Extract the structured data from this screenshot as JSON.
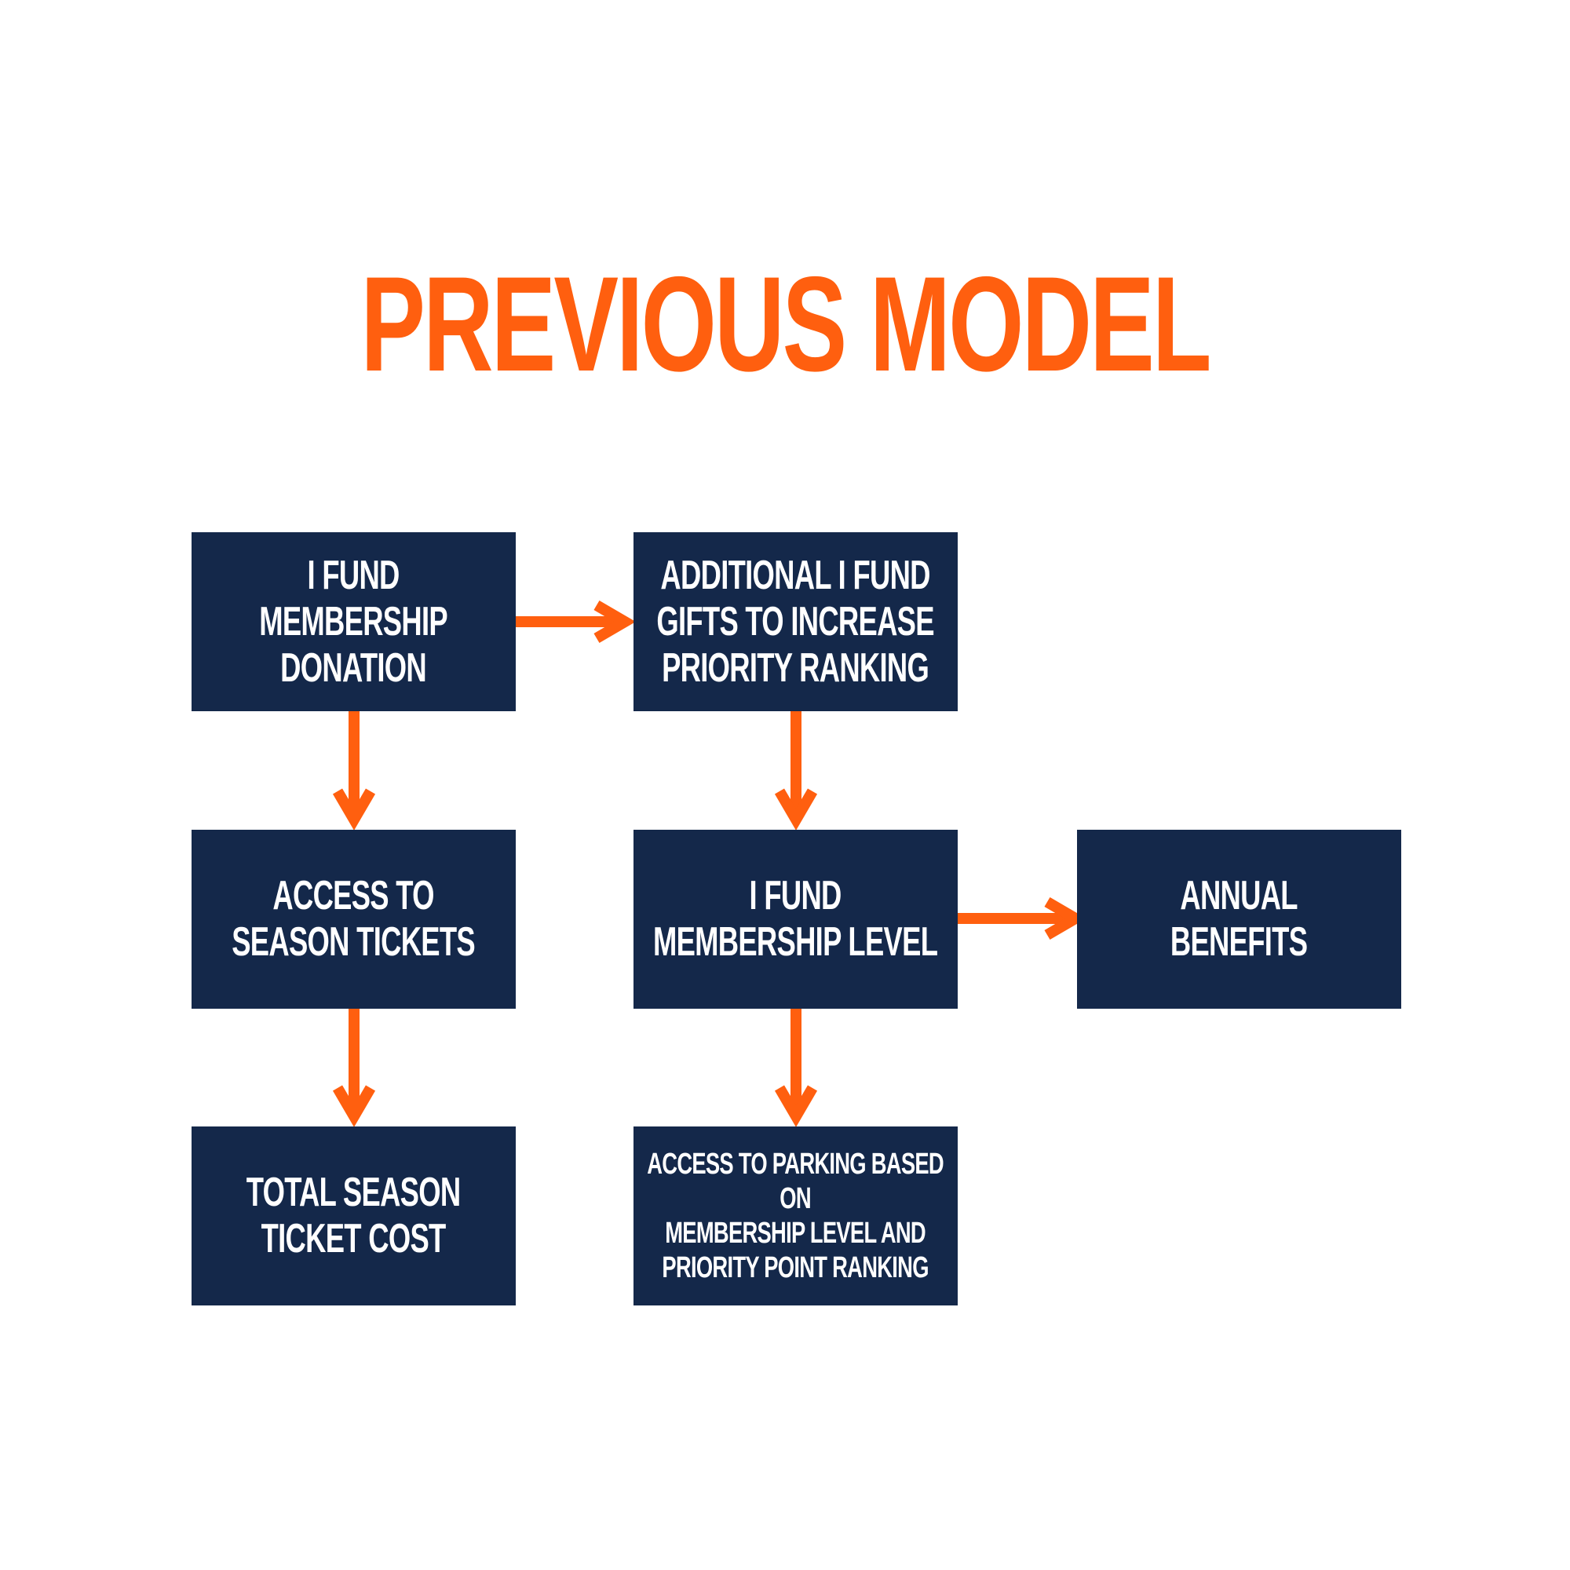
{
  "title": "PREVIOUS MODEL",
  "colors": {
    "title": "#ff5f0f",
    "box": "#14284a",
    "box_text": "#ffffff",
    "arrow": "#ff5f0f",
    "background": "#ffffff"
  },
  "nodes": [
    {
      "id": "ifund-donation",
      "label": "I FUND\nMEMBERSHIP\nDONATION"
    },
    {
      "id": "additional-gifts",
      "label": "ADDITIONAL I FUND\nGIFTS TO INCREASE\nPRIORITY RANKING"
    },
    {
      "id": "season-tickets",
      "label": "ACCESS TO\nSEASON TICKETS"
    },
    {
      "id": "membership-level",
      "label": "I FUND\nMEMBERSHIP LEVEL"
    },
    {
      "id": "annual-benefits",
      "label": "ANNUAL\nBENEFITS"
    },
    {
      "id": "total-cost",
      "label": "TOTAL SEASON\nTICKET COST"
    },
    {
      "id": "parking",
      "label": "ACCESS TO PARKING BASED ON\nMEMBERSHIP LEVEL AND\nPRIORITY POINT RANKING"
    }
  ],
  "edges": [
    {
      "from": "ifund-donation",
      "to": "additional-gifts"
    },
    {
      "from": "ifund-donation",
      "to": "season-tickets"
    },
    {
      "from": "additional-gifts",
      "to": "membership-level"
    },
    {
      "from": "season-tickets",
      "to": "total-cost"
    },
    {
      "from": "membership-level",
      "to": "annual-benefits"
    },
    {
      "from": "membership-level",
      "to": "parking"
    }
  ]
}
